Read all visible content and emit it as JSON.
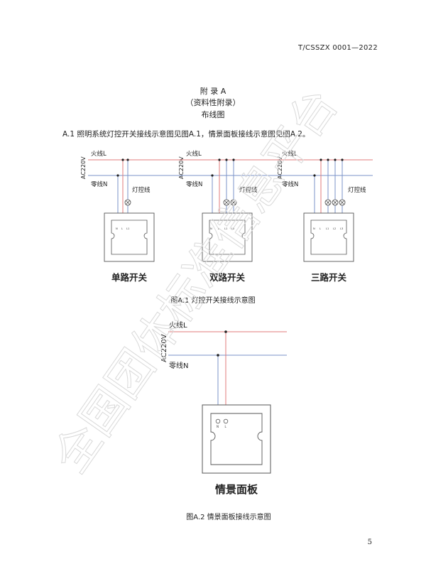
{
  "header": {
    "standard_code": "T/CSSZX 0001—2022"
  },
  "appendix": {
    "title": "附  录  A",
    "nature": "（资料性附录）",
    "subtitle": "布线图"
  },
  "paragraph": "A.1  照明系统灯控开关接线示意图见图A.1，情景面板接线示意图见图A.2。",
  "figure1": {
    "live_label": "火线L",
    "neutral_label": "零线N",
    "voltage_label": "AC220V",
    "lamp_label": "灯控线",
    "switches": [
      {
        "name": "单路开关",
        "terminals": [
          "N",
          "L",
          "L1"
        ]
      },
      {
        "name": "双路开关",
        "terminals": [
          "N",
          "L",
          "L1",
          "L2"
        ]
      },
      {
        "name": "三路开关",
        "terminals": [
          "N",
          "L",
          "L1",
          "L2",
          "L3"
        ]
      }
    ],
    "caption": "图A.1  灯控开关接线示意图"
  },
  "figure2": {
    "live_label": "火线L",
    "neutral_label": "零线N",
    "voltage_label": "AC220V",
    "terminals": [
      "N",
      "L"
    ],
    "panel_name": "情景面板",
    "caption": "图A.2  情景面板接线示意图"
  },
  "watermark": "全国团体标准信息平台",
  "page_number": "5",
  "colors": {
    "live_wire": "#e07b7b",
    "neutral_wire": "#7b93c8",
    "line": "#444444"
  }
}
